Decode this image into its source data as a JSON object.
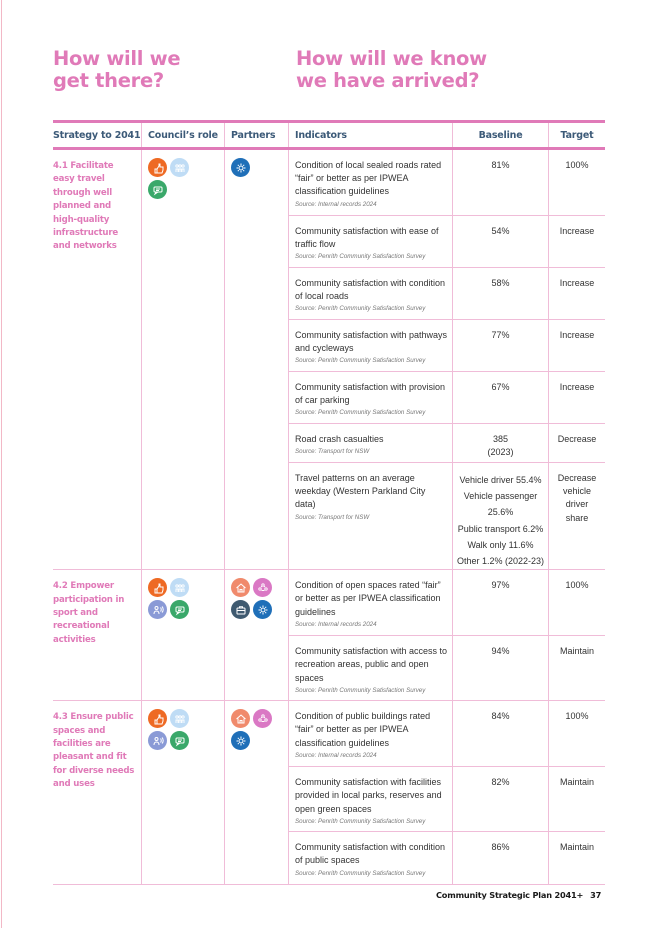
{
  "headings": {
    "left": [
      "How will we",
      "get there?"
    ],
    "right": [
      "How will we know",
      "we have arrived?"
    ]
  },
  "table": {
    "columns": [
      "Strategy to 2041",
      "Council’s role",
      "Partners",
      "Indicators",
      "Baseline",
      "Target"
    ],
    "groups": [
      {
        "strategy": "4.1 Facilitate easy travel through well planned and high-quality infrastructure and networks",
        "council_roles": [
          "leader-icon",
          "custodian-icon",
          "advocate-icon"
        ],
        "partners": [
          "government-agencies-icon"
        ],
        "rows": [
          {
            "indicator": "Condition of local sealed roads rated “fair” or better as per IPWEA classification guidelines",
            "source": "Source: Internal records 2024",
            "baseline": [
              "81%"
            ],
            "target": "100%"
          },
          {
            "indicator": "Community satisfaction with ease of traffic flow",
            "source": "Source: Penrith Community Satisfaction Survey",
            "baseline": [
              "54%"
            ],
            "target": "Increase"
          },
          {
            "indicator": "Community satisfaction with condition of local roads",
            "source": "Source: Penrith Community Satisfaction Survey",
            "baseline": [
              "58%"
            ],
            "target": "Increase"
          },
          {
            "indicator": "Community satisfaction with pathways and cycleways",
            "source": "Source: Penrith Community Satisfaction Survey",
            "baseline": [
              "77%"
            ],
            "target": "Increase"
          },
          {
            "indicator": "Community satisfaction with provision of car parking",
            "source": "Source: Penrith Community Satisfaction Survey",
            "baseline": [
              "67%"
            ],
            "target": "Increase"
          },
          {
            "indicator": "Road crash casualties",
            "source": "Source: Transport for NSW",
            "baseline": [
              "385",
              "(2023)"
            ],
            "target": "Decrease"
          },
          {
            "indicator": "Travel patterns on an average weekday (Western Parkland City data)",
            "source": "Source: Transport for NSW",
            "baseline": [
              "Vehicle driver 55.4%",
              "Vehicle passenger 25.6%",
              "Public transport 6.2%",
              "Walk only 11.6%",
              "Other 1.2% (2022-23)"
            ],
            "target": "Decrease vehicle driver share"
          }
        ]
      },
      {
        "strategy": "4.2 Empower participation in sport and recreational activities",
        "council_roles": [
          "leader-icon",
          "custodian-icon",
          "communicator-icon",
          "advocate-icon"
        ],
        "partners": [
          "households-icon",
          "community-groups-icon",
          "business-icon",
          "government-agencies-icon"
        ],
        "rows": [
          {
            "indicator": "Condition of open spaces rated “fair” or better as per IPWEA classification guidelines",
            "source": "Source: Internal records 2024",
            "baseline": [
              "97%"
            ],
            "target": "100%"
          },
          {
            "indicator": "Community satisfaction with access to recreation areas, public and open spaces",
            "source": "Source: Penrith Community Satisfaction Survey",
            "baseline": [
              "94%"
            ],
            "target": "Maintain"
          }
        ]
      },
      {
        "strategy": "4.3 Ensure public spaces and facilities are pleasant and fit for diverse needs and uses",
        "council_roles": [
          "leader-icon",
          "custodian-icon",
          "communicator-icon",
          "advocate-icon"
        ],
        "partners": [
          "households-icon",
          "community-groups-icon",
          "government-agencies-icon"
        ],
        "rows": [
          {
            "indicator": "Condition of public buildings rated “fair” or better as per IPWEA classification guidelines",
            "source": "Source: Internal records 2024",
            "baseline": [
              "84%"
            ],
            "target": "100%"
          },
          {
            "indicator": "Community satisfaction with facilities provided in local parks, reserves and open green spaces",
            "source": "Source: Penrith Community Satisfaction Survey",
            "baseline": [
              "82%"
            ],
            "target": "Maintain"
          },
          {
            "indicator": "Community satisfaction with condition of public spaces",
            "source": "Source: Penrith Community Satisfaction Survey",
            "baseline": [
              "86%"
            ],
            "target": "Maintain"
          }
        ]
      }
    ]
  },
  "icon_colors": {
    "leader-icon": "#ee6a24",
    "custodian-icon": "#bfdcf5",
    "advocate-icon": "#3aa86a",
    "communicator-icon": "#8a9ad6",
    "households-icon": "#f08a6c",
    "community-groups-icon": "#da78c4",
    "business-icon": "#3f5a70",
    "government-agencies-icon": "#1f6fb8"
  },
  "footer": {
    "title": "Community Strategic Plan 2041+",
    "page": "37"
  }
}
